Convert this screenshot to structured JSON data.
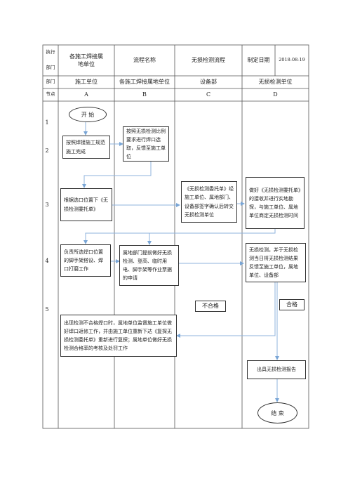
{
  "header": {
    "exec_label_top": "执行",
    "exec_label_bottom": "部门",
    "exec_unit": "各施工焊接属地单位",
    "process_name_label": "流程名称",
    "process_name_value": "无损检测流程",
    "date_label": "制定日期",
    "date_value": "2018-08-19"
  },
  "dept_row": {
    "label": "部门",
    "cols": [
      "施工单位",
      "各施工焊接属地单位",
      "设备部",
      "无损检测单位"
    ]
  },
  "node_row": {
    "label": "节点",
    "cols": [
      "A",
      "B",
      "C",
      "D"
    ]
  },
  "steps": [
    "1",
    "2",
    "3",
    "4",
    "5"
  ],
  "flow": {
    "start": "开 始",
    "a2": "按照焊接施工规范施工完成",
    "b2": "按照无损检测比例要求进行焊口选取，反馈至施工单位",
    "a3": "根据选口位置下《无损检测委托单》",
    "c3": "《无损检测委托单》经施工单位、属地部门、设备部签字确认后转交无损检测单位",
    "d3": "做好《无损检测委托单》的接收并进行实地勘探，与施工单位、属地单位商定无损检测时间",
    "a4": "负责所选焊口位置的脚手架搭设、焊口打磨工作",
    "b4": "属地部门提前做好无损检测、登高、临时用电、脚手架等作业票据的申请",
    "d4": "无损检测，并于无损检测当日将无损检测结果反馈至施工单位，属地单位、设备部",
    "ab5": "出现检测不合格焊口时，属地单位监督施工单位做好焊口返修工作，并由施工单位重新下达《复探无损检测委托单》重新进行复探；属地单位做好无损检测合格率的考核及处罚工作",
    "fail_label": "不合格",
    "pass_label": "合格",
    "report": "出具无损检测报告",
    "end": "结 束"
  }
}
